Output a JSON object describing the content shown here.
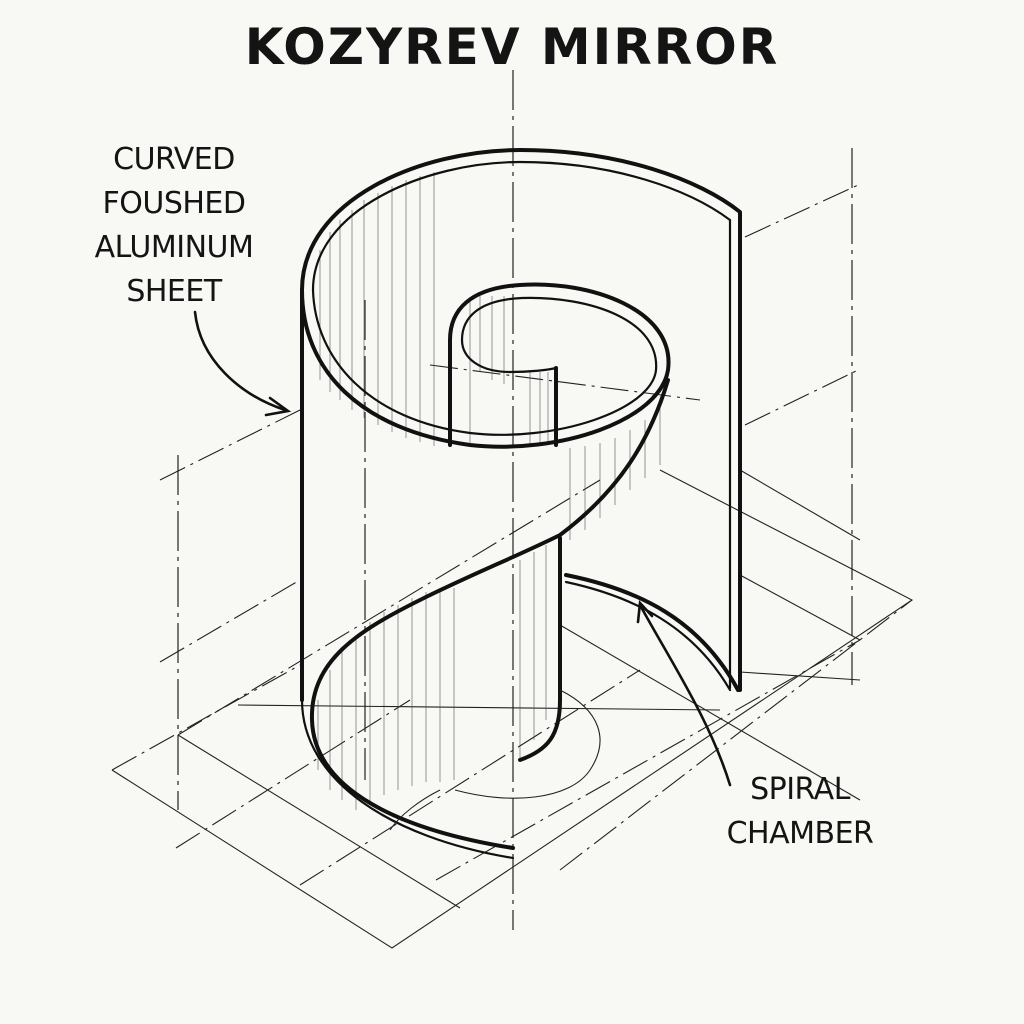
{
  "title": "KOZYREV MIRROR",
  "labels": {
    "sheet": {
      "lines": [
        "CURVED",
        "FOUSHED",
        "ALUMINUM",
        "SHEET"
      ],
      "points_to": "outer cylinder wall"
    },
    "chamber": {
      "lines": [
        "SPIRAL",
        "CHAMBER"
      ],
      "points_to": "inner spiral channel"
    }
  },
  "drawing": {
    "style": "isometric technical sketch, black ink on off-white",
    "background_color": "#f8f8f4",
    "ink_color": "#111111",
    "components": [
      "outer curved cylinder wall (double-line sheet edge)",
      "inner spiral curl at top center",
      "S-shaped sweeping sheet descending to base",
      "vertical slit edge on right side",
      "isometric ground-plane construction grid",
      "dash-dot vertical center axis",
      "dash-dot construction lines"
    ]
  }
}
